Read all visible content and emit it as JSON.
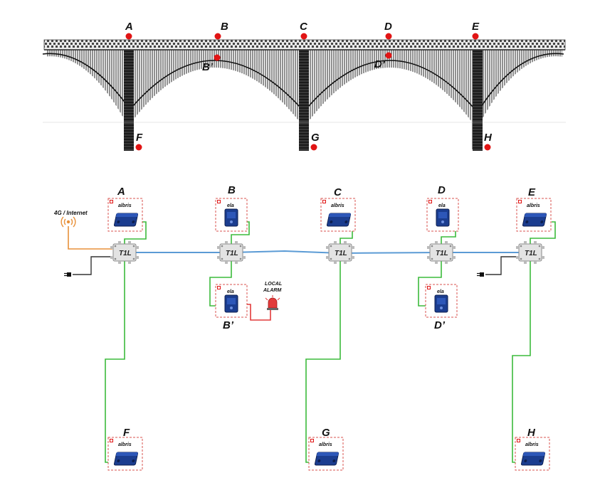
{
  "bridge": {
    "deck_points": [
      "A",
      "B",
      "C",
      "D",
      "E"
    ],
    "arch_points": [
      "B’",
      "D’"
    ],
    "pier_points": [
      "F",
      "G",
      "H"
    ],
    "marker_color": "#e11414"
  },
  "network": {
    "nodes": [
      {
        "label": "A",
        "device": "albris"
      },
      {
        "label": "B",
        "device": "ela"
      },
      {
        "label": "C",
        "device": "albris"
      },
      {
        "label": "D",
        "device": "ela"
      },
      {
        "label": "E",
        "device": "albris"
      },
      {
        "label": "B’",
        "device": "ela"
      },
      {
        "label": "D’",
        "device": "ela"
      },
      {
        "label": "F",
        "device": "albris"
      },
      {
        "label": "G",
        "device": "albris"
      },
      {
        "label": "H",
        "device": "albris"
      }
    ],
    "switch_label": "T1L",
    "internet_label": "4G / Internet",
    "alarm_label_line1": "LOCAL",
    "alarm_label_line2": "ALARM",
    "colors": {
      "backbone": "#5b9bd5",
      "device_link": "#3cbb3c",
      "internet_link": "#e8913a",
      "power_link": "#333333",
      "alarm_link": "#e23b3b",
      "device_box_border": "#d9534f",
      "device_body": "#1b3d8f"
    }
  }
}
